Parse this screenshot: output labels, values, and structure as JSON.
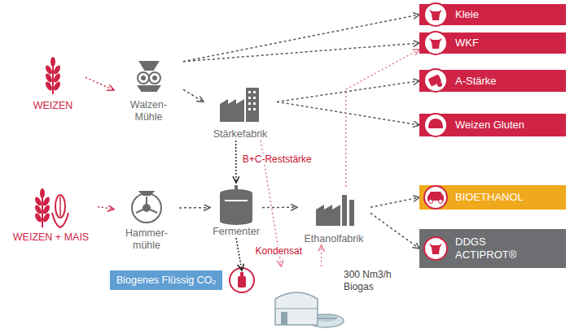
{
  "diagram": {
    "nodes": [
      {
        "text": [
          "WEIZEN"
        ]
      },
      {
        "text": [
          "Walzen- Mühle"
        ]
      },
      {
        "text": [
          "Stärkefabrik"
        ]
      },
      {
        "text": [
          "Kleie"
        ]
      },
      {
        "text": [
          "WKF"
        ]
      },
      {
        "text": [
          "A-Stärke"
        ]
      },
      {
        "text": [
          "Weizen Gluten"
        ]
      },
      {
        "text": [
          "WEIZEN + MAIS"
        ]
      },
      {
        "text": [
          "Hammer- mühle"
        ]
      },
      {
        "text": [
          "Fermenter"
        ]
      },
      {
        "text": [
          "Ethanolfabrik"
        ]
      },
      {
        "text": [
          "BIOETHANOL"
        ]
      },
      {
        "text": [
          "DDGS ACTIPROT®"
        ]
      },
      {
        "text": [
          "Biogenes Flüssig CO₂"
        ]
      },
      {
        "text": [
          "300 Nm3/h Biogas"
        ]
      }
    ],
    "edges": [
      {
        "from": 0,
        "to": 1,
        "arrow": "to"
      },
      {
        "from": 1,
        "to": 3,
        "arrow": "to"
      },
      {
        "from": 1,
        "to": 4,
        "arrow": "to"
      },
      {
        "from": 1,
        "to": 2,
        "arrow": "to"
      },
      {
        "from": 2,
        "to": 5,
        "arrow": "to"
      },
      {
        "from": 2,
        "to": 6,
        "arrow": "to"
      },
      {
        "from": 2,
        "to": 9,
        "label": "B+C-Reststärke",
        "arrow": "to"
      },
      {
        "from": 2,
        "to": 14,
        "label": "Kondensat",
        "arrow": "to"
      },
      {
        "from": 7,
        "to": 8,
        "arrow": "to"
      },
      {
        "from": 8,
        "to": 9,
        "arrow": "to"
      },
      {
        "from": 9,
        "to": 10,
        "arrow": "to"
      },
      {
        "from": 9,
        "to": 13,
        "arrow": "to"
      },
      {
        "from": 10,
        "to": 11,
        "arrow": "to"
      },
      {
        "from": 10,
        "to": 12,
        "arrow": "to"
      },
      {
        "from": 10,
        "to": 4,
        "arrow": "to"
      },
      {
        "from": 14,
        "to": 10,
        "arrow": "to"
      }
    ]
  }
}
